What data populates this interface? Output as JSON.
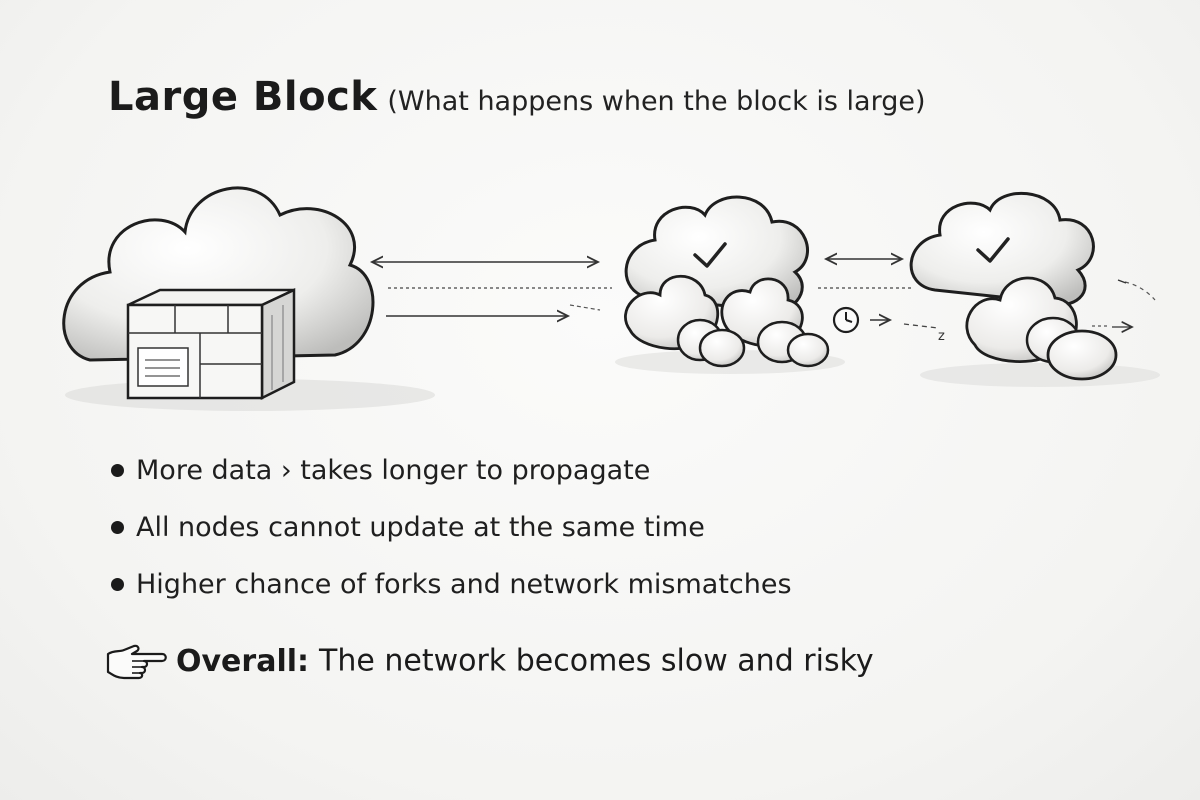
{
  "title": {
    "main": "Large Block",
    "subtitle": "(What happens when the block is large)"
  },
  "diagram": {
    "nodes": [
      {
        "name": "source-node",
        "icon": "cloud-with-block-icon"
      },
      {
        "name": "peer-node-1",
        "icon": "cloud-check-icon",
        "status": "confirmed"
      },
      {
        "name": "peer-node-2",
        "icon": "cloud-check-icon",
        "status": "delayed"
      }
    ],
    "delay_icon": "clock-icon",
    "delay_marker": "z"
  },
  "bullets": [
    {
      "text": "More data › takes longer to propagate"
    },
    {
      "text": "All nodes cannot update at the same  time"
    },
    {
      "text": "Higher chance of forks and network mismatches"
    }
  ],
  "overall": {
    "icon": "pointing-hand-icon",
    "label": "Overall:",
    "text": "The network becomes slow and risky"
  },
  "colors": {
    "ink": "#1b1b1b",
    "background": "#f7f7f5"
  }
}
